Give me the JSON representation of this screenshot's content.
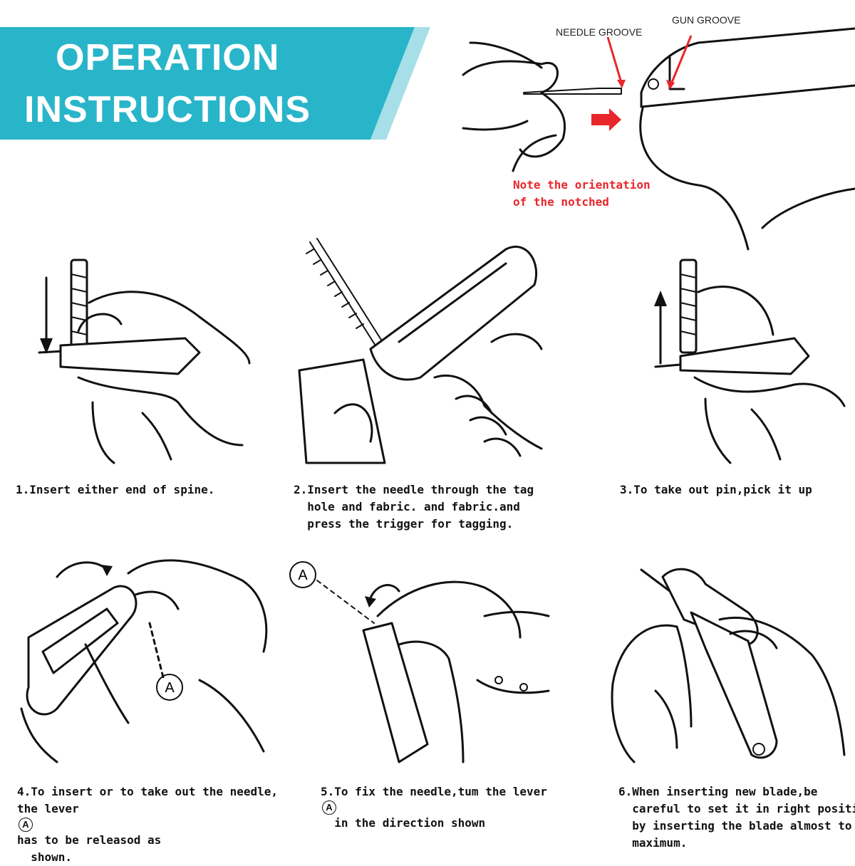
{
  "header": {
    "title_line1": "OPERATION",
    "title_line2": "INSTRUCTIONS",
    "banner_color": "#29b5c9",
    "stripe_color": "#a7dfe8"
  },
  "diagram": {
    "needle_groove_label": "NEEDLE GROOVE",
    "gun_groove_label": "GUN GROOVE",
    "note_line1": "Note the orientation",
    "note_line2": "of the notched",
    "arrow_color": "#e8262b"
  },
  "steps": [
    {
      "lines": [
        "1.Insert either end of spine."
      ]
    },
    {
      "lines": [
        "2.Insert the needle through the tag",
        "  hole and fabric. and fabric.and",
        "  press the trigger for tagging."
      ]
    },
    {
      "lines": [
        "3.To take out pin,pick it up"
      ]
    },
    {
      "line1": "4.To insert or to take out the needle,",
      "line2_pre": "  the lever ",
      "line2_post": " has to be releasod as",
      "line3": "  shown."
    },
    {
      "line1_pre": "5.To fix the needle,tum the lever ",
      "line2": "  in the direction shown"
    },
    {
      "lines": [
        "6.When inserting new blade,be",
        "  careful to set it in right positior",
        "  by inserting the blade almost to",
        "  maximum."
      ]
    }
  ],
  "lever_marker": "A"
}
